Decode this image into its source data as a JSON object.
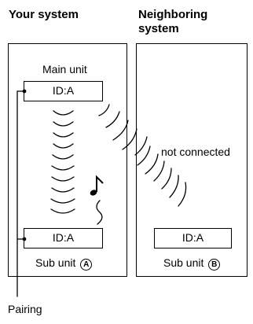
{
  "left_column": {
    "title": "Your system"
  },
  "right_column": {
    "title": "Neighboring system"
  },
  "main_unit": {
    "label": "Main unit",
    "id": "ID:A"
  },
  "sub_unit_a": {
    "id": "ID:A",
    "label": "Sub unit",
    "marker": "A"
  },
  "sub_unit_b": {
    "id": "ID:A",
    "label": "Sub unit",
    "marker": "B"
  },
  "not_connected": "not connected",
  "pairing": "Pairing",
  "icons": [
    "music-note-icon",
    "signal-wave-icon"
  ]
}
